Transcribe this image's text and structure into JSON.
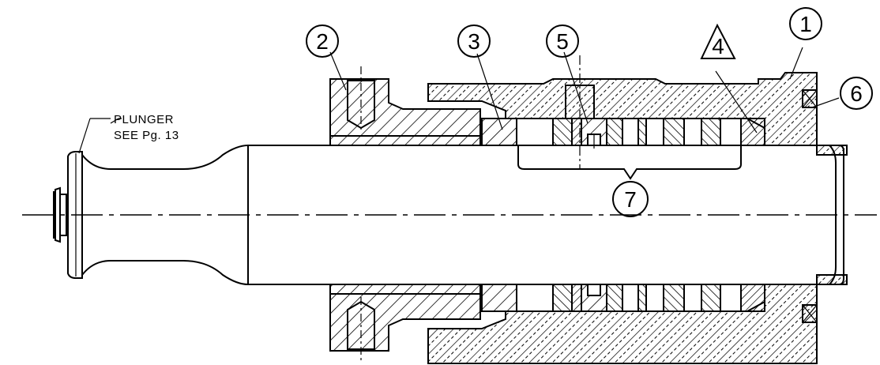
{
  "callouts": [
    {
      "id": "1",
      "label": "1",
      "shape": "circle"
    },
    {
      "id": "2",
      "label": "2",
      "shape": "circle"
    },
    {
      "id": "3",
      "label": "3",
      "shape": "circle"
    },
    {
      "id": "4",
      "label": "4",
      "shape": "triangle"
    },
    {
      "id": "5",
      "label": "5",
      "shape": "circle"
    },
    {
      "id": "6",
      "label": "6",
      "shape": "circle"
    },
    {
      "id": "7",
      "label": "7",
      "shape": "circle"
    }
  ],
  "note": {
    "line1": "PLUNGER",
    "line2": "SEE Pg. 13"
  },
  "colors": {
    "ink": "#000000",
    "paper": "#ffffff"
  }
}
